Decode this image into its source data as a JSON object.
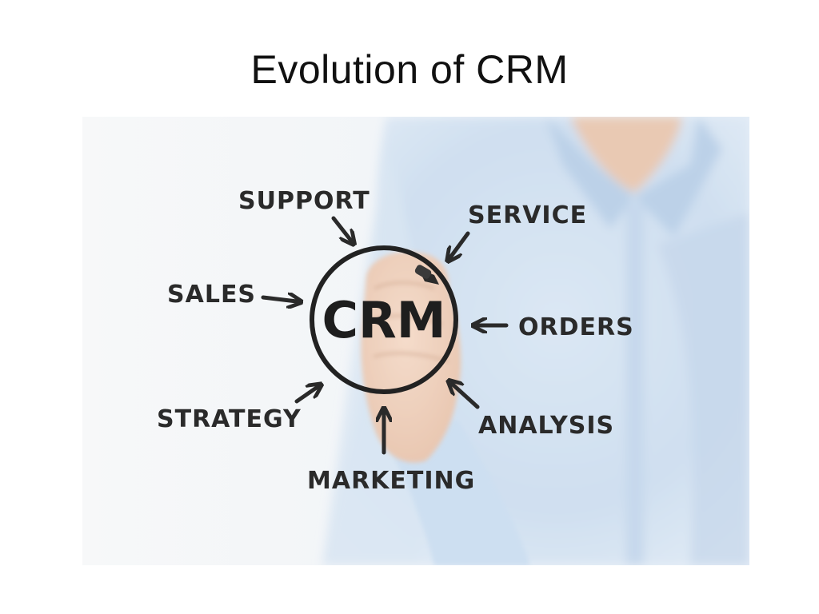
{
  "slide": {
    "title": "Evolution of CRM"
  },
  "diagram": {
    "center_label": "CRM",
    "labels": {
      "support": "SUPPORT",
      "service": "SERVICE",
      "sales": "SALES",
      "orders": "ORDERS",
      "strategy": "STRATEGY",
      "analysis": "ANALYSIS",
      "marketing": "MARKETING"
    }
  },
  "colors": {
    "ink": "#2a2a2a",
    "shirt": "#cfe0f2",
    "skin": "#efd2bd",
    "background": "#f6f7f8"
  }
}
